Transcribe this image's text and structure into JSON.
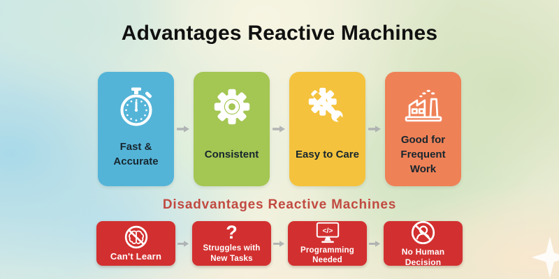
{
  "advantages": {
    "heading": "Advantages Reactive Machines",
    "heading_color": "#101010",
    "items": [
      {
        "label": "Fast & Accurate",
        "icon": "stopwatch-icon",
        "color": "#54b4d8"
      },
      {
        "label": "Consistent",
        "icon": "gear-icon",
        "color": "#a4c653"
      },
      {
        "label": "Easy to Care",
        "icon": "gear-wrench-icon",
        "color": "#f4c23d"
      },
      {
        "label": "Good for Frequent Work",
        "icon": "factory-icon",
        "color": "#ef8157"
      }
    ]
  },
  "disadvantages": {
    "heading": "Disadvantages Reactive Machines",
    "heading_color": "#c14a41",
    "card_color": "#d23030",
    "items": [
      {
        "label": "Can't Learn",
        "icon": "no-brain-icon",
        "color": "#d23030"
      },
      {
        "label": "Struggles with New Tasks",
        "icon": "question-mark-icon",
        "glyph": "?",
        "color": "#d23030"
      },
      {
        "label": "Programming Needed",
        "icon": "code-monitor-icon",
        "glyph": "</>",
        "color": "#d23030"
      },
      {
        "label": "No Human Decision",
        "icon": "no-person-icon",
        "color": "#d23030"
      }
    ]
  },
  "decorations": {
    "arrow_color": "#a8abad",
    "sparkle": "four-point-star"
  }
}
